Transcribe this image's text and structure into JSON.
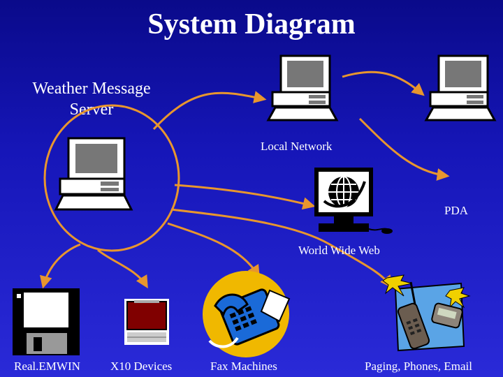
{
  "title": "System Diagram",
  "server": {
    "label_line1": "Weather Message",
    "label_line2": "Server"
  },
  "nodes": {
    "local_network": "Local Network",
    "pda": "PDA",
    "world_wide_web": "World Wide Web",
    "realemwin": "Real.EMWIN",
    "x10_devices": "X10 Devices",
    "fax_machines": "Fax Machines",
    "paging": "Paging, Phones, Email"
  },
  "colors": {
    "background_top": "#0a0a8a",
    "background_bottom": "#2a2ad8",
    "connector": "#e8962e",
    "text": "#ffffff"
  },
  "icons": [
    "computer-icon",
    "globe-monitor-icon",
    "floppy-disk-icon",
    "x10-device-icon",
    "fax-machine-icon",
    "pager-phone-icon"
  ]
}
